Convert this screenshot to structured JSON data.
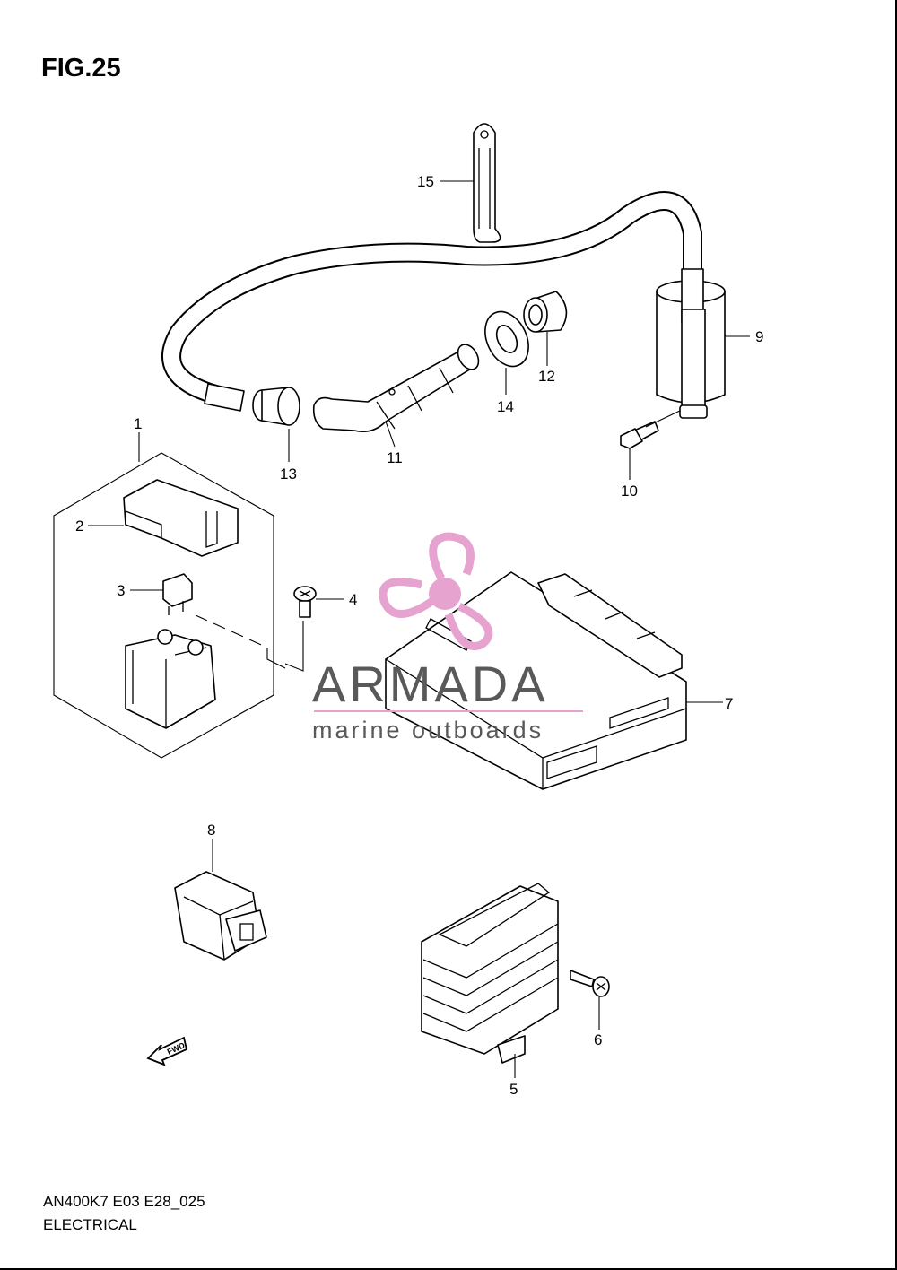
{
  "figure": {
    "title": "FIG.25",
    "model_code": "AN400K7 E03 E28_025",
    "section": "ELECTRICAL"
  },
  "callouts": [
    "1",
    "2",
    "3",
    "4",
    "5",
    "6",
    "7",
    "8",
    "9",
    "10",
    "11",
    "12",
    "13",
    "14",
    "15"
  ],
  "fwd_label": "FWD",
  "watermark": {
    "brand": "ARMADA",
    "tagline": "marine outboards",
    "accent_color": "#e6a3cf",
    "text_color": "#595959"
  }
}
